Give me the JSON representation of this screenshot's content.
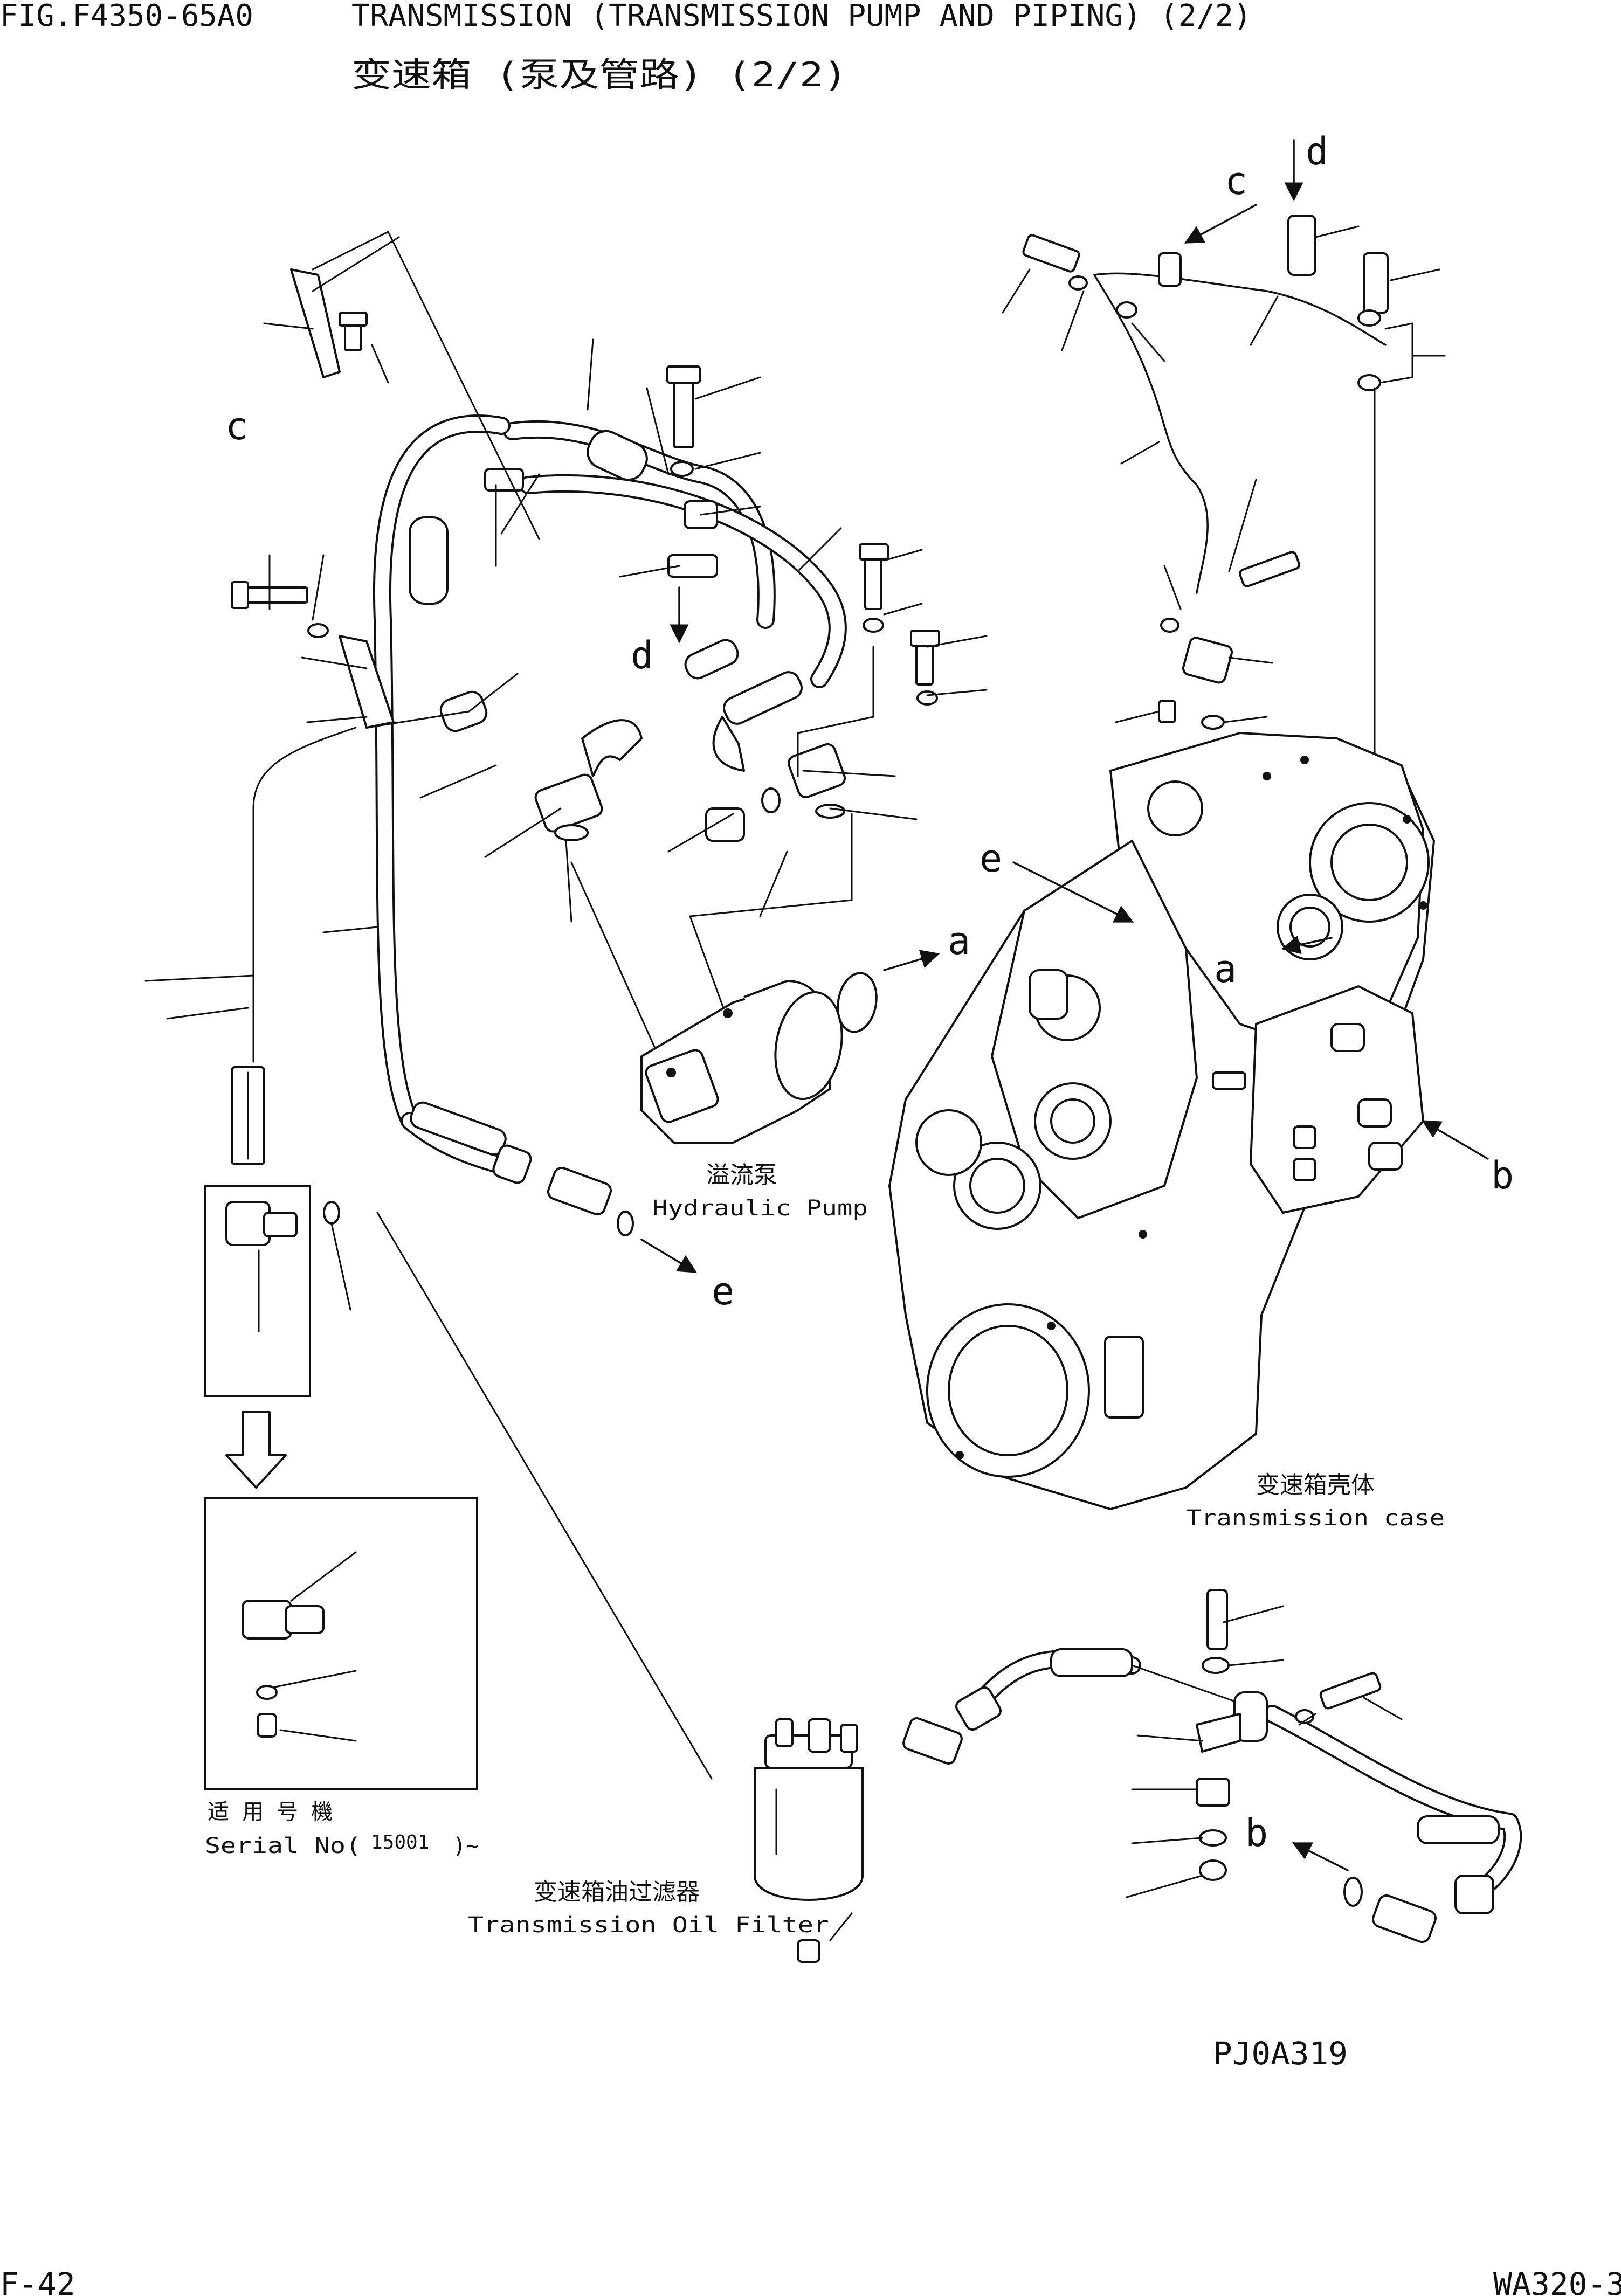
{
  "header": {
    "fig_no": "FIG.F4350-65A0",
    "title_en": "TRANSMISSION (TRANSMISSION PUMP AND PIPING) (2/2)",
    "title_cn": "变速箱  (泵及管路)  (2/2)"
  },
  "components": {
    "hydraulic_pump": {
      "cn": "溢流泵",
      "en": "Hydraulic Pump"
    },
    "transmission_case": {
      "cn": "变速箱壳体",
      "en": "Transmission case"
    },
    "oil_filter": {
      "cn": "变速箱油过滤器",
      "en": "Transmission Oil Filter"
    }
  },
  "serial_box": {
    "cn": "适 用 号 機",
    "prefix": "Serial No(",
    "number": "15001",
    "suffix": ")~"
  },
  "ref_letters": {
    "a1": "a",
    "a2": "a",
    "b1": "b",
    "b2": "b",
    "c1": "c",
    "c2": "c",
    "d1": "d",
    "d2": "d",
    "e1": "e",
    "e2": "e"
  },
  "figure_id": "PJ0A319",
  "footer": {
    "page": "F-42",
    "model": "WA320-3"
  }
}
